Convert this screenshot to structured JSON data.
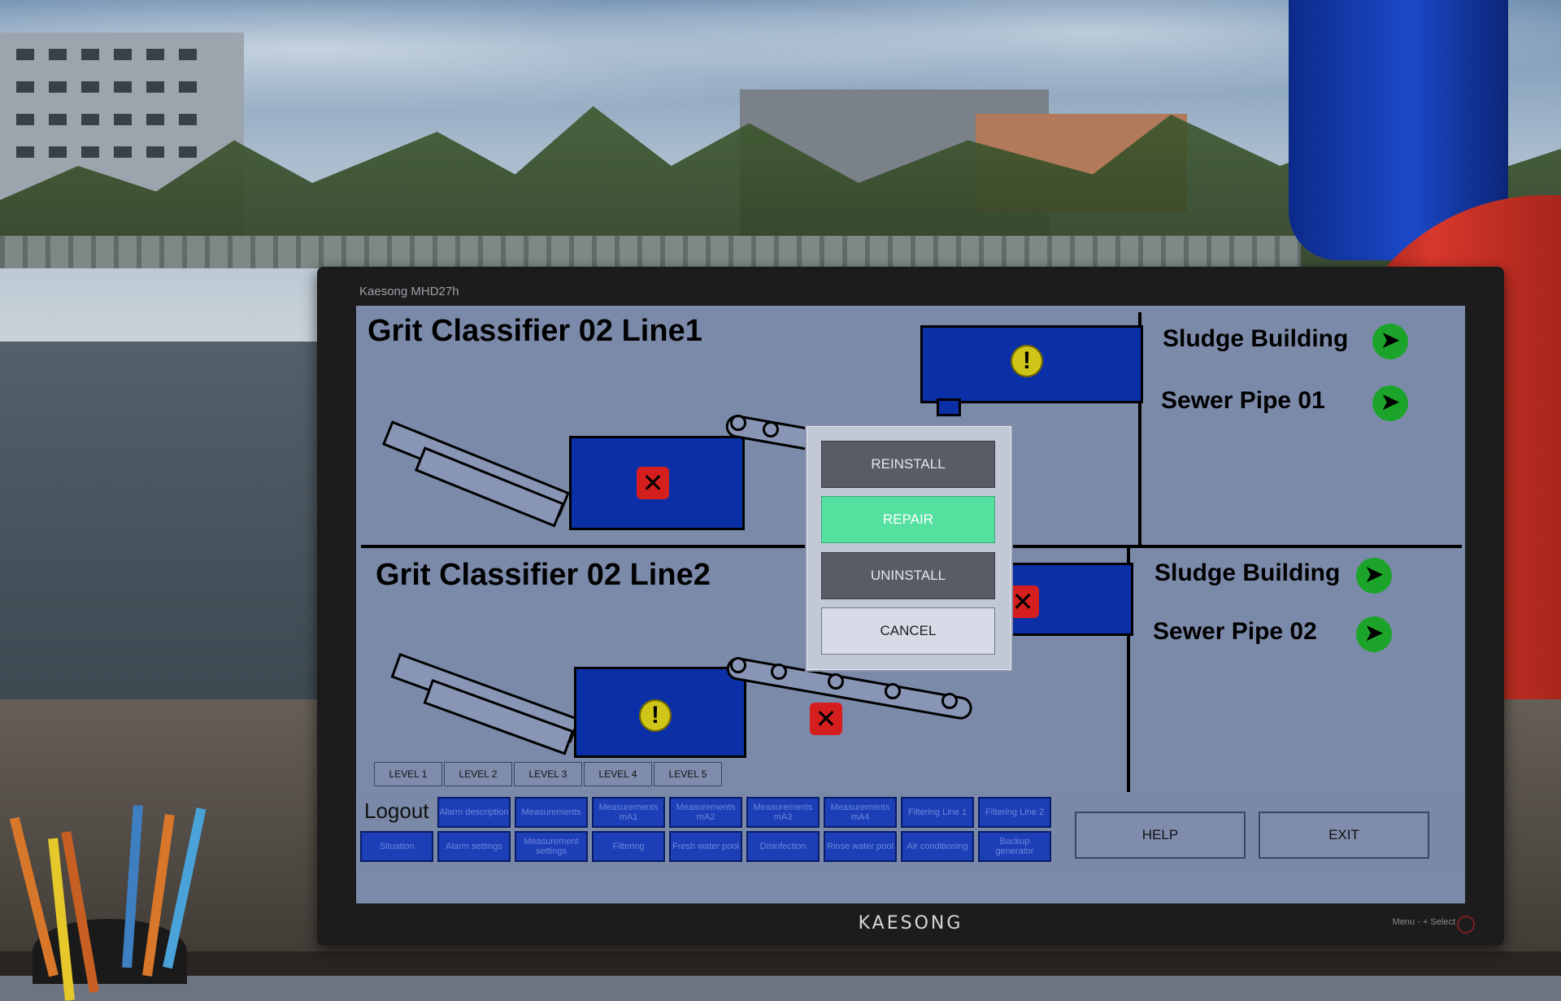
{
  "monitor": {
    "model_label": "Kaesong MHD27h",
    "brand": "KAESONG",
    "controls_text": "Menu  -  +  Select"
  },
  "panels": {
    "line1": {
      "title": "Grit Classifier 02 Line1",
      "destinations": [
        {
          "label": "Sludge Building"
        },
        {
          "label": "Sewer Pipe 01"
        }
      ]
    },
    "line2": {
      "title": "Grit Classifier 02 Line2",
      "destinations": [
        {
          "label": "Sludge Building"
        },
        {
          "label": "Sewer Pipe 02"
        }
      ]
    }
  },
  "level_tabs": [
    "LEVEL 1",
    "LEVEL 2",
    "LEVEL 3",
    "LEVEL 4",
    "LEVEL 5"
  ],
  "nav": {
    "logout": "Logout",
    "row1": [
      "Alarm description",
      "Measurements",
      "Measurements mA1",
      "Measurements mA2",
      "Measurements mA3",
      "Measurements mA4",
      "Filtering Line 1",
      "Filtering Line 2"
    ],
    "row2": [
      "Situation",
      "Alarm settings",
      "Measurement settings",
      "Filtering",
      "Fresh water pool",
      "Disinfection",
      "Rinse water pool",
      "Air conditioning",
      "Backup generator"
    ],
    "help": "HELP",
    "exit": "EXIT"
  },
  "dialog": {
    "reinstall": "REINSTALL",
    "repair": "REPAIR",
    "uninstall": "UNINSTALL",
    "cancel": "CANCEL"
  },
  "icons": {
    "alert": "!",
    "fault": "✕",
    "arrow": "➤"
  },
  "colors": {
    "screen_bg": "#7c8aaa",
    "machine_blue": "#0b2fa6",
    "alert_yellow": "#cfc518",
    "fault_red": "#d51f1f",
    "arrow_green": "#1ca32a",
    "repair_green": "#55e0a0"
  }
}
